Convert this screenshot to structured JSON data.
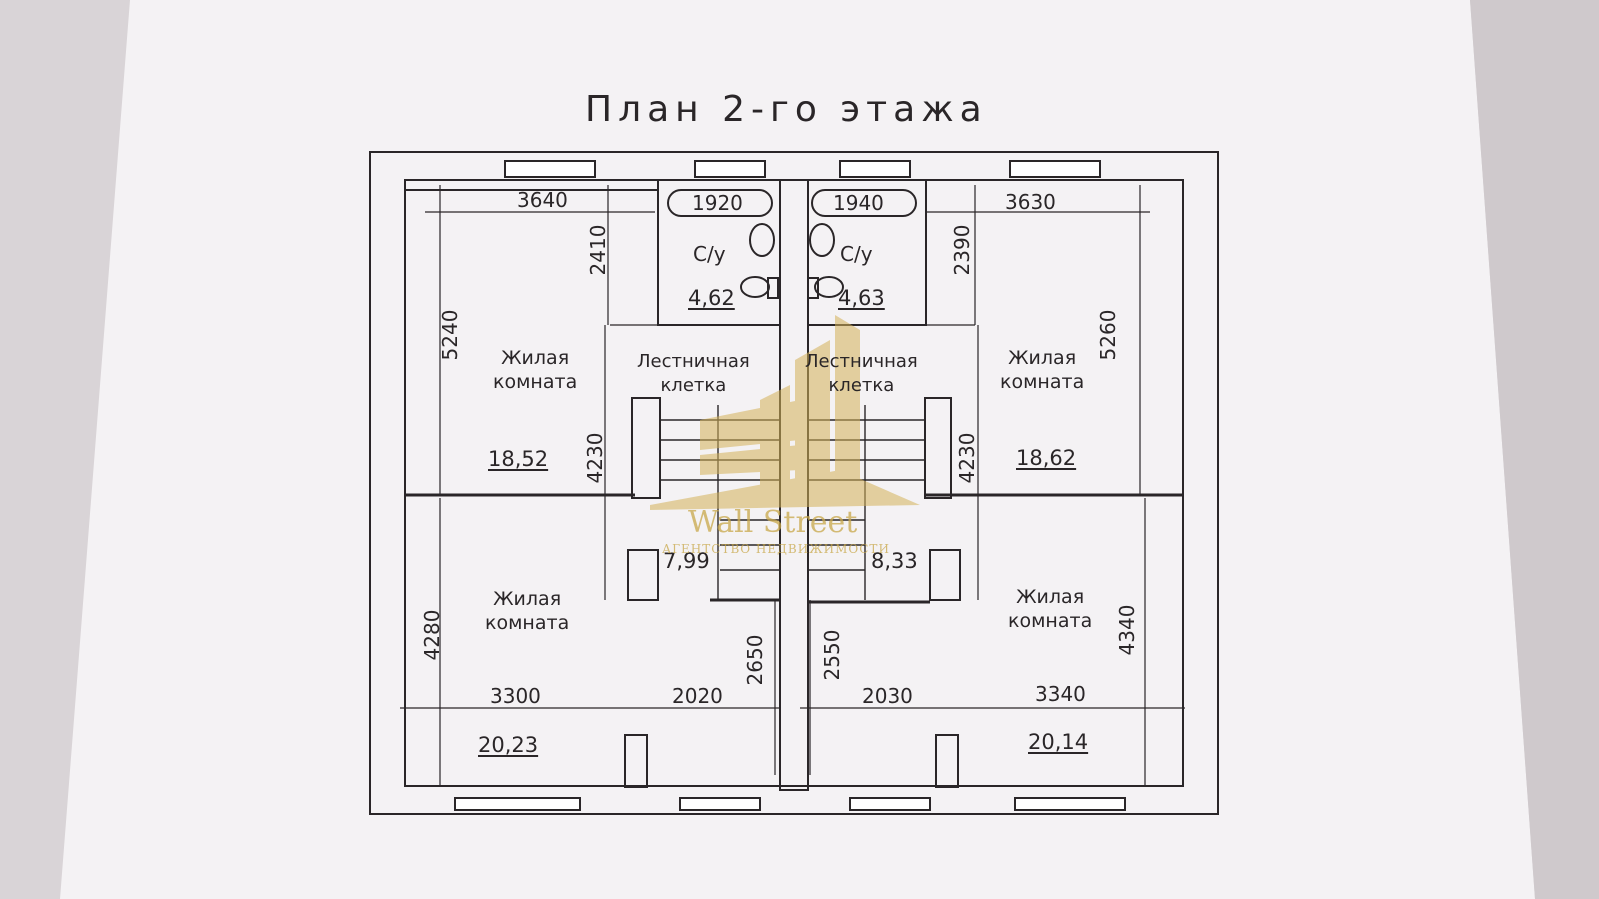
{
  "plan": {
    "title": "План 2-го этажа",
    "dimensions": {
      "top_left_width": "3640",
      "top_left_bath": "1920",
      "top_right_bath": "1940",
      "top_right_width": "3630",
      "left_height_top": "5240",
      "left_bath_height": "2410",
      "left_inner_height": "4230",
      "right_bath_height": "2390",
      "right_inner_height": "4230",
      "right_height_top": "5260",
      "left_height_bottom": "4280",
      "right_height_bottom": "4340",
      "bottom_left_a": "3300",
      "bottom_left_b": "2020",
      "bottom_mid_left": "2650",
      "bottom_mid_right": "2550",
      "bottom_right_a": "2030",
      "bottom_right_b": "3340"
    },
    "rooms": {
      "top_left": {
        "name_line1": "Жилая",
        "name_line2": "комната",
        "area": "18,52"
      },
      "top_right": {
        "name_line1": "Жилая",
        "name_line2": "комната",
        "area": "18,62"
      },
      "bottom_left": {
        "name_line1": "Жилая",
        "name_line2": "комната",
        "area": "20,23"
      },
      "bottom_right": {
        "name_line1": "Жилая",
        "name_line2": "комната",
        "area": "20,14"
      },
      "bath_left": {
        "name": "С/у",
        "area": "4,62"
      },
      "bath_right": {
        "name": "С/у",
        "area": "4,63"
      },
      "stair_left": {
        "name_line1": "Лестничная",
        "name_line2": "клетка",
        "area": "7,99"
      },
      "stair_right": {
        "name_line1": "Лестничная",
        "name_line2": "клетка",
        "area": "8,33"
      }
    }
  },
  "watermark": {
    "brand": "Wall Street",
    "tagline": "АГЕНТСТВО НЕДВИЖИМОСТИ",
    "color": "#c9a84a"
  },
  "colors": {
    "ink": "#2a2628",
    "paper": "#f3f1f3"
  }
}
